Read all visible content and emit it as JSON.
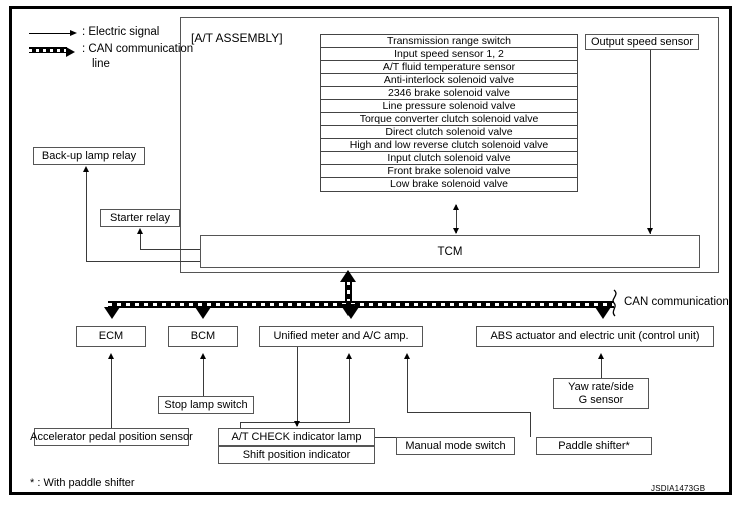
{
  "legend": {
    "electric_signal": ": Electric signal",
    "can_line_1": ": CAN communication",
    "can_line_2": "line"
  },
  "assembly": {
    "title": "[A/T ASSEMBLY]",
    "component_list": [
      "Transmission range switch",
      "Input speed sensor 1, 2",
      "A/T fluid temperature sensor",
      "Anti-interlock solenoid valve",
      "2346 brake solenoid valve",
      "Line pressure solenoid valve",
      "Torque converter clutch solenoid valve",
      "Direct clutch solenoid valve",
      "High and low reverse clutch solenoid valve",
      "Input clutch solenoid valve",
      "Front brake solenoid valve",
      "Low brake solenoid valve"
    ],
    "output_speed_sensor": "Output speed sensor",
    "tcm": "TCM"
  },
  "relays": {
    "backup_lamp_relay": "Back-up lamp relay",
    "starter_relay": "Starter relay"
  },
  "bus": {
    "can_communication": "CAN communication"
  },
  "modules": {
    "ecm": "ECM",
    "bcm": "BCM",
    "unified_meter": "Unified meter and A/C amp.",
    "abs_unit": "ABS actuator and electric unit (control unit)"
  },
  "sensors": {
    "accelerator_pedal": "Accelerator pedal position sensor",
    "stop_lamp_switch": "Stop lamp switch",
    "at_check_lamp": "A/T CHECK indicator lamp",
    "shift_position_indicator": "Shift position indicator",
    "manual_mode_switch": "Manual mode switch",
    "paddle_shifter": "Paddle shifter*",
    "yaw_rate_line1": "Yaw rate/side",
    "yaw_rate_line2": "G sensor"
  },
  "footnote": "* : With paddle shifter",
  "doc_code": "JSDIA1473GB"
}
